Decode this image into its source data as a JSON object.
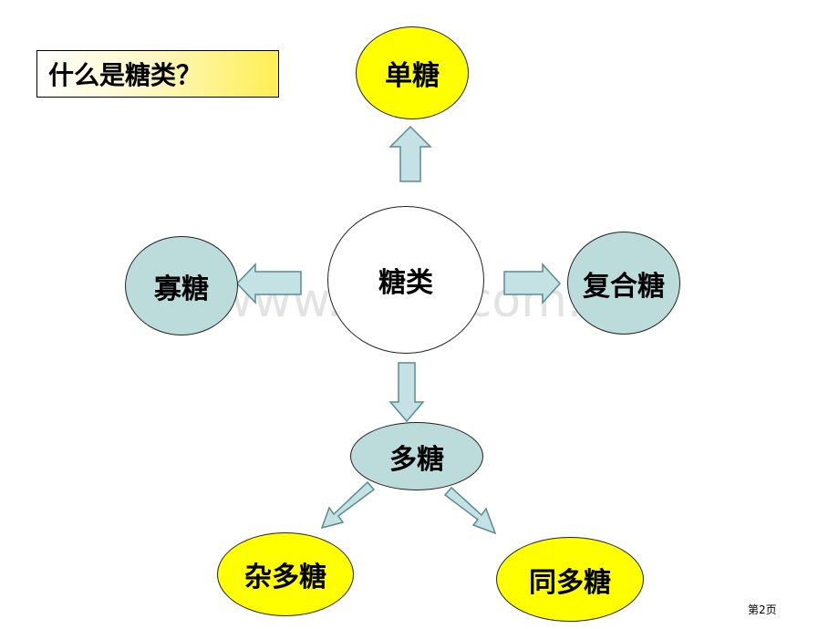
{
  "title": "什么是糖类？",
  "center": {
    "label": "糖类"
  },
  "nodes": {
    "monosaccharide": "单糖",
    "oligosaccharide": "寡糖",
    "complex": "复合糖",
    "polysaccharide": "多糖",
    "heteropolysaccharide": "杂多糖",
    "homopolysaccharide": "同多糖"
  },
  "watermark": "www.zixin.com.cn",
  "page_number": "第2页",
  "colors": {
    "yellow": "#ffff00",
    "teal": "#bcdcdc",
    "arrow_fill": "#c4e2e4",
    "arrow_stroke": "#5a8a92"
  }
}
